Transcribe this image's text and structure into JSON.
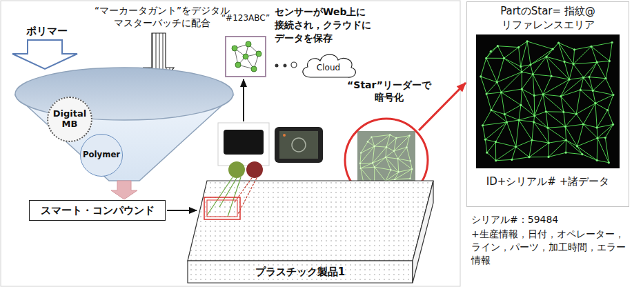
{
  "diagram": {
    "nodes": [
      {
        "text": [
          "Digital MB"
        ]
      },
      {
        "text": [
          "Polymer"
        ]
      },
      {
        "text": [
          "スマート・コンパウンド"
        ]
      },
      {
        "text": [
          "“#123ABC”"
        ]
      },
      {
        "text": [
          "Cloud"
        ]
      },
      {
        "text": [
          "“Star”リーダーで 暗号化"
        ]
      },
      {
        "text": [
          "プラスチック製品1"
        ]
      },
      {
        "text": [
          "PartのStar= 指紋@リファレンスエリア",
          "ID+シリアル# +諸データ"
        ]
      }
    ],
    "edges": [
      {
        "from": 5,
        "to": 7,
        "arrow": "to"
      }
    ],
    "labels": [
      "ポリマー",
      "“マーカータガント”をデジタル マスターバッチに配合",
      "センサーがWeb上に 接続され，クラウドに データを保存",
      "シリアル#：59484",
      "+生産情報，日付，オペレーター，ライン，パーツ，加工時間，エラー情報"
    ]
  }
}
